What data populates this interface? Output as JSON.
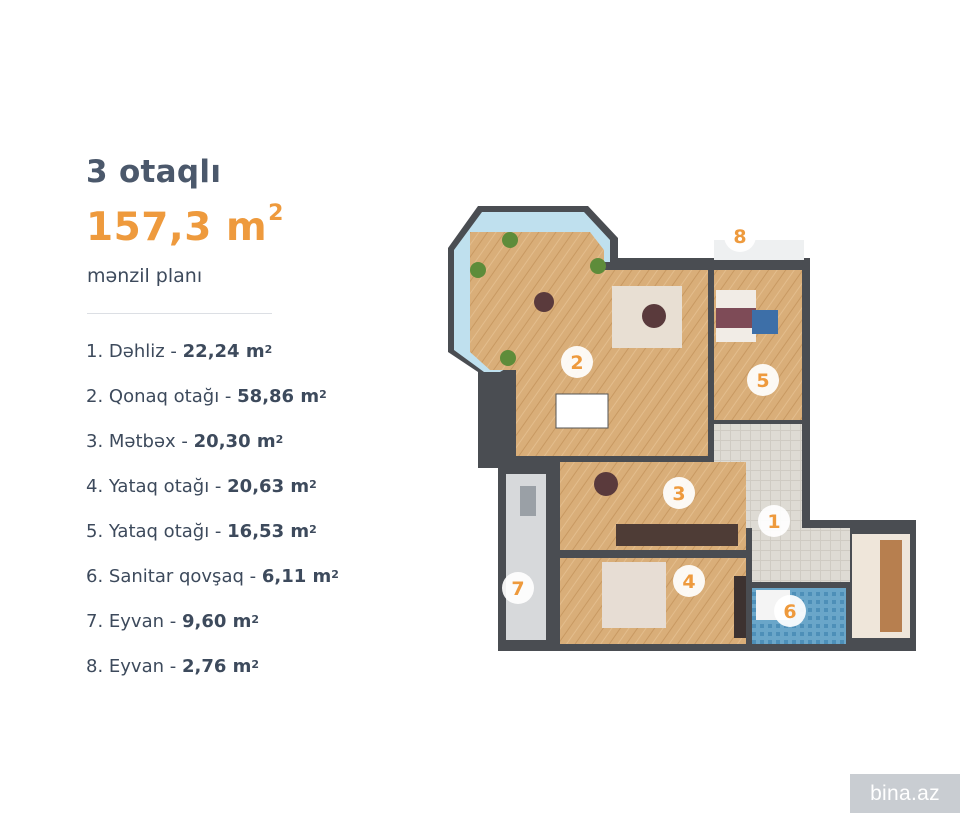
{
  "header": {
    "title": "3 otaqlı",
    "area_value": "157,3 m",
    "area_sup": "2",
    "subtitle": "mənzil planı"
  },
  "rooms": [
    {
      "label": "1. Dəhliz - ",
      "value": "22,24 m",
      "sup": "2"
    },
    {
      "label": "2. Qonaq otağı - ",
      "value": "58,86 m",
      "sup": "2"
    },
    {
      "label": "3. Mətbəx - ",
      "value": "20,30 m",
      "sup": "2"
    },
    {
      "label": "4. Yataq otağı - ",
      "value": "20,63 m",
      "sup": "2"
    },
    {
      "label": "5. Yataq otağı - ",
      "value": "16,53 m",
      "sup": "2"
    },
    {
      "label": "6. Sanitar qovşaq - ",
      "value": "6,11 m",
      "sup": "2"
    },
    {
      "label": "7. Eyvan - ",
      "value": "9,60 m",
      "sup": "2"
    },
    {
      "label": "8. Eyvan - ",
      "value": "2,76 m",
      "sup": "2"
    }
  ],
  "plan_markers": [
    "1",
    "2",
    "3",
    "4",
    "5",
    "6",
    "7",
    "8"
  ],
  "watermark": "bina.az",
  "colors": {
    "title": "#4b586b",
    "accent": "#ee9a3d",
    "text": "#3d4a5c",
    "wall": "#4a4d52",
    "wood": "#d7ab76",
    "tile": "#d9d6cf"
  }
}
